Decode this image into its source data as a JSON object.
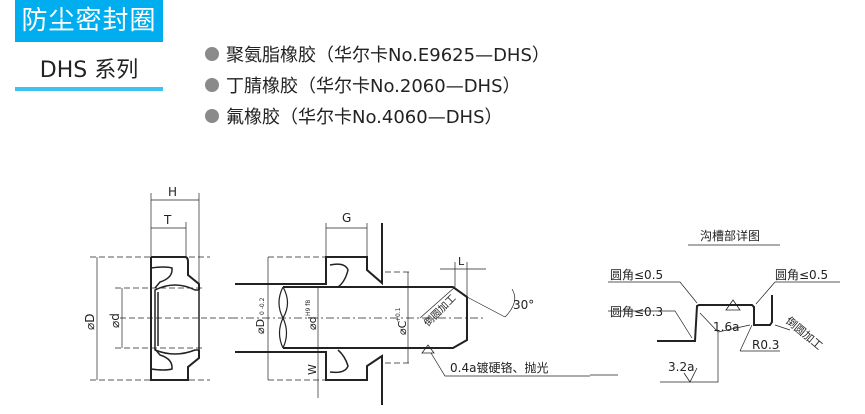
{
  "header": {
    "title": "防尘密封圈",
    "series": "DHS 系列"
  },
  "materials": [
    "聚氨脂橡胶（华尔卡No.E9625—DHS）",
    "丁腈橡胶（华尔卡No.2060—DHS）",
    "氟橡胶（华尔卡No.4060—DHS）"
  ],
  "drawing": {
    "H": "H",
    "T": "T",
    "D": "⌀D",
    "d": "⌀d",
    "G": "G",
    "W": "W",
    "D_tol": "⌀D",
    "D_tol_sup": "0 -0.2",
    "d_fit": "⌀d",
    "d_fit_sup": "H9 f8",
    "C": "⌀C",
    "C_sup": "+0.1",
    "L": "L",
    "angle": "30°",
    "chamfer": "倒圆加工",
    "surface_note": "0.4a镀硬铬、抛光"
  },
  "detail": {
    "title": "沟槽部详图",
    "r05_left": "圆角≤0.5",
    "r05_right": "圆角≤0.5",
    "r03": "圆角≤0.3",
    "finish_16": "1.6a",
    "r_03": "R0.3",
    "finish_32": "3.2a",
    "chamfer": "倒圆加工"
  }
}
